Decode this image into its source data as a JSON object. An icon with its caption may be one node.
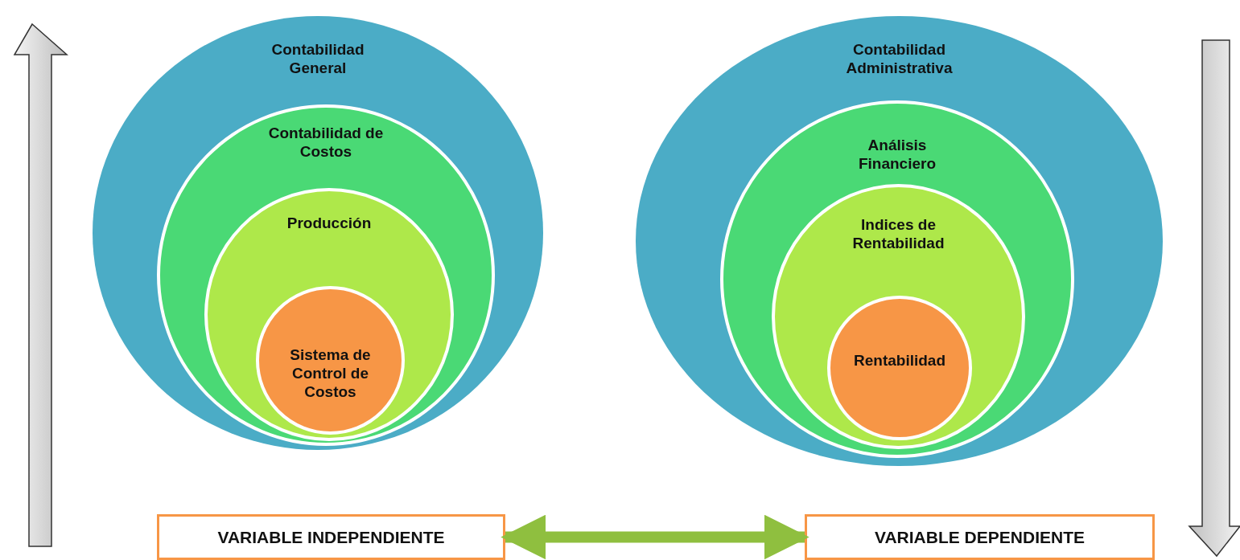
{
  "diagram": {
    "nodes": [
      {
        "text": [
          "Contabilidad General"
        ]
      },
      {
        "text": [
          "Contabilidad de Costos"
        ],
        "in": 0
      },
      {
        "text": [
          "Producción"
        ],
        "in": 1
      },
      {
        "text": [
          "Sistema de Control de Costos"
        ],
        "in": 2
      },
      {
        "text": [
          "Contabilidad Administrativa"
        ]
      },
      {
        "text": [
          "Análisis Financiero"
        ],
        "in": 4
      },
      {
        "text": [
          "Indices de Rentabilidad"
        ],
        "in": 5
      },
      {
        "text": [
          "Rentabilidad"
        ],
        "in": 6
      },
      {
        "text": [
          "VARIABLE INDEPENDIENTE"
        ]
      },
      {
        "text": [
          "VARIABLE DEPENDIENTE"
        ]
      }
    ],
    "edges": [
      {
        "from": 8,
        "to": 9,
        "arrow": "both"
      }
    ]
  }
}
